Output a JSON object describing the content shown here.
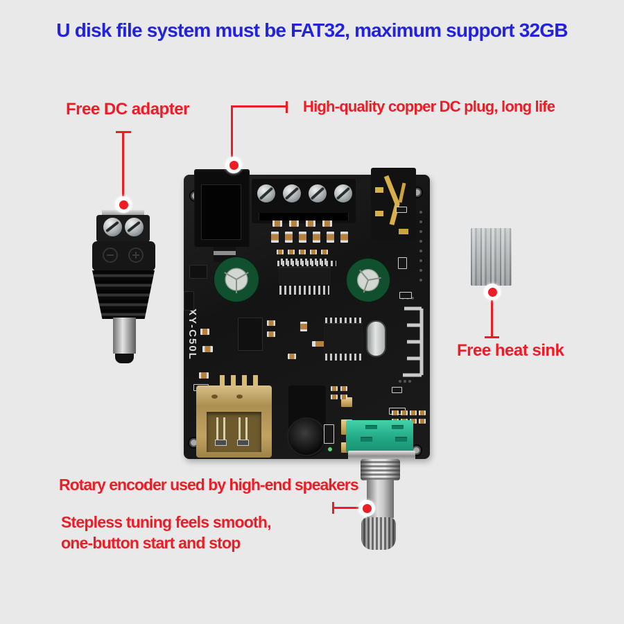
{
  "image_type": "annotated product photo of a Bluetooth amplifier board",
  "title": {
    "text": "U disk file system must be FAT32, maximum support 32GB",
    "color": "#2323dd"
  },
  "callouts": {
    "free_dc_adapter": "Free DC adapter",
    "dc_plug": "High-quality copper DC plug, long life",
    "heat_sink": "Free heat sink",
    "rotary_encoder": "Rotary encoder used by high-end speakers",
    "tuning_line1": "Stepless tuning feels smooth,",
    "tuning_line2": "one-button start and stop"
  },
  "board": {
    "silkscreen": "XY-C50L"
  },
  "colors": {
    "background": "#e9e9e9",
    "annotation_red": "#ee1c25",
    "title_blue": "#2323dd",
    "pcb_black": "#161616",
    "pot_green": "#2bbb93",
    "heatsink_gray": "#a9aeb1",
    "usb_gold": "#c0a05e"
  }
}
